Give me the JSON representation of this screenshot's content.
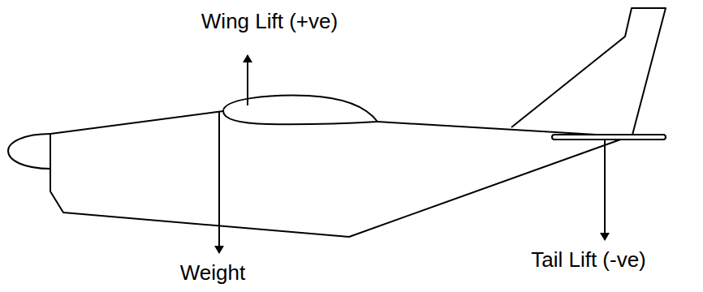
{
  "diagram": {
    "labels": [
      "Wing Lift (+ve)",
      "Weight",
      "Tail Lift (-ve)"
    ]
  }
}
